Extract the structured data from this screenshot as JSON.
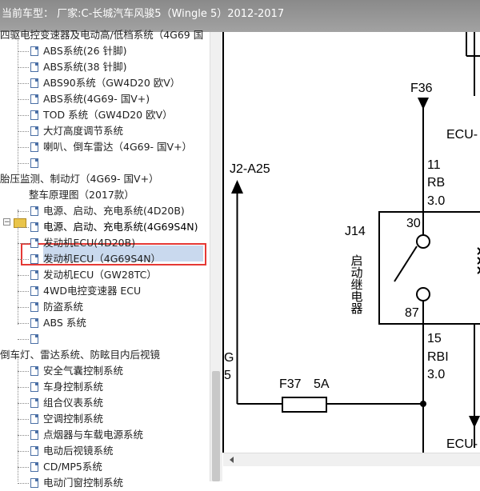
{
  "window": {
    "title": "当前车型： 厂家:C-长城汽车风骏5（Wingle 5）2012-2017"
  },
  "tree": {
    "rows": [
      {
        "label": "四驱电控变速器及电动高/低档系统（4G69 国",
        "icon": false,
        "truncated_top": true
      },
      {
        "label": "ABS系统(26 针脚)",
        "icon": true
      },
      {
        "label": "ABS系统(38 针脚)",
        "icon": true
      },
      {
        "label": "ABS90系统（GW4D20 欧V）",
        "icon": true
      },
      {
        "label": "ABS系统(4G69- 国V+)",
        "icon": true
      },
      {
        "label": "TOD 系统（GW4D20 欧V）",
        "icon": true
      },
      {
        "label": "大灯高度调节系统",
        "icon": true
      },
      {
        "label": "喇叭、倒车雷达（4G69- 国V+）",
        "icon": true
      },
      {
        "label": "",
        "icon": true
      },
      {
        "label": "胎压监测、制动灯（4G69- 国V+）",
        "icon": false
      },
      {
        "label": "整车原理图（2017款）",
        "icon": false,
        "folder": true
      },
      {
        "label": "电源、启动、充电系统(4D20B)",
        "icon": true
      },
      {
        "label": "电源、启动、充电系统(4G69S4N)",
        "icon": true,
        "selected": true
      },
      {
        "label": "发动机ECU(4D20B)",
        "icon": true
      },
      {
        "label": "发动机ECU（4G69S4N）",
        "icon": true
      },
      {
        "label": "发动机ECU（GW28TC）",
        "icon": true
      },
      {
        "label": "4WD电控变速器 ECU",
        "icon": true
      },
      {
        "label": "防盗系统",
        "icon": true
      },
      {
        "label": "ABS 系统",
        "icon": true
      },
      {
        "label": "",
        "icon": true
      },
      {
        "label": "倒车灯、雷达系统、防眩目内后视镜",
        "icon": false
      },
      {
        "label": "安全气囊控制系统",
        "icon": true
      },
      {
        "label": "车身控制系统",
        "icon": true
      },
      {
        "label": "组合仪表系统",
        "icon": true
      },
      {
        "label": "空调控制系统",
        "icon": true
      },
      {
        "label": "点烟器与车载电源系统",
        "icon": true
      },
      {
        "label": "电动后视镜系统",
        "icon": true
      },
      {
        "label": "CD/MP5系统",
        "icon": true
      },
      {
        "label": "电动门窗控制系统",
        "icon": true
      }
    ]
  },
  "diagram": {
    "fuse_f36": "F36",
    "ecu_top": "ECU-",
    "wire_top_num": "11",
    "wire_top_color": "RB",
    "wire_top_size": "3.0",
    "connector_j2": "J2-A25",
    "relay_id": "J14",
    "relay_name": "启动继电器",
    "pin_30": "30",
    "pin_87": "87",
    "wire_bot_num": "15",
    "wire_bot_color": "RBI",
    "wire_bot_size": "3.0",
    "left_g": "G",
    "left_5": "5",
    "fuse_f37": "F37",
    "fuse_f37_rating": "5A",
    "ecu_bottom": "ECU-"
  }
}
